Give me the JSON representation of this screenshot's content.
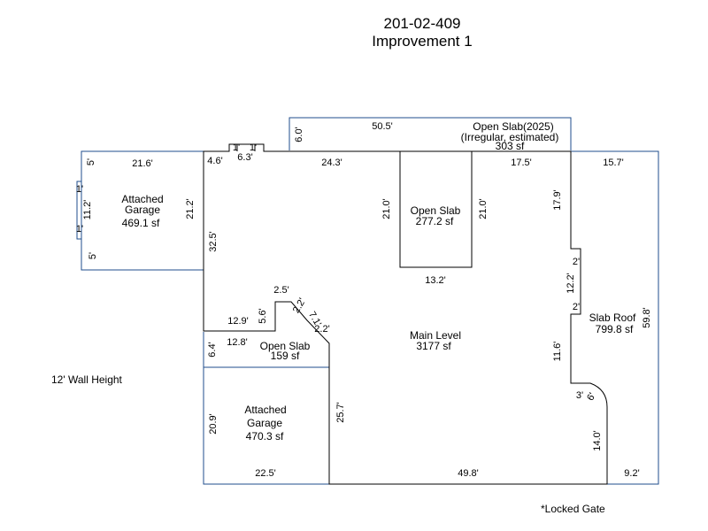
{
  "header": {
    "parcel_id": "201-02-409",
    "improvement": "Improvement 1"
  },
  "notes": {
    "wall_height": "12' Wall Height",
    "locked_gate": "*Locked Gate"
  },
  "colors": {
    "blue_outline": "#1f4e8c",
    "black_outline": "#000000"
  },
  "areas": {
    "garage_top": {
      "line1": "Attached",
      "line2": "Garage",
      "area": "469.1 sf"
    },
    "open_slab_2025": {
      "line1": "Open Slab(2025)",
      "line2": "(Irregular, estimated)",
      "area": "303 sf"
    },
    "open_slab_inner": {
      "line1": "Open Slab",
      "area": "277.2 sf"
    },
    "slab_roof": {
      "line1": "Slab Roof",
      "area": "799.8 sf"
    },
    "main_level": {
      "line1": "Main Level",
      "area": "3177 sf"
    },
    "open_slab_small": {
      "line1": "Open Slab",
      "area": "159 sf"
    },
    "garage_bottom": {
      "line1": "Attached",
      "line2": "Garage",
      "area": "470.3 sf"
    }
  },
  "dims": {
    "d_50_5": "50.5'",
    "d_6_0": "6.0'",
    "d_21_6": "21.6'",
    "d_5_top": "5'",
    "d_1_a": "1'",
    "d_11_2": "11.2'",
    "d_1_b": "1'",
    "d_5_bot": "5'",
    "d_21_2": "21.2'",
    "d_4_6": "4.6'",
    "d_6_3": "6.3'",
    "d_1_c": "1'",
    "d_1_d": "1'",
    "d_24_3": "24.3'",
    "d_21_0_l": "21.0'",
    "d_21_0_r": "21.0'",
    "d_13_2": "13.2'",
    "d_17_5": "17.5'",
    "d_15_7": "15.7'",
    "d_17_9": "17.9'",
    "d_2_a": "2'",
    "d_12_2": "12.2'",
    "d_2_b": "2'",
    "d_59_8": "59.8'",
    "d_11_6": "11.6'",
    "d_3": "3'",
    "d_6": "6'",
    "d_14_0": "14.0'",
    "d_9_2": "9.2'",
    "d_49_8": "49.8'",
    "d_32_5": "32.5'",
    "d_2_5": "2.5'",
    "d_5_6": "5.6'",
    "d_2_2_a": "2.2'",
    "d_7_1": "7.1'",
    "d_2_2_b": "2.2'",
    "d_12_9": "12.9'",
    "d_12_8": "12.8'",
    "d_6_4": "6.4'",
    "d_25_7": "25.7'",
    "d_20_9": "20.9'",
    "d_22_5": "22.5'"
  }
}
